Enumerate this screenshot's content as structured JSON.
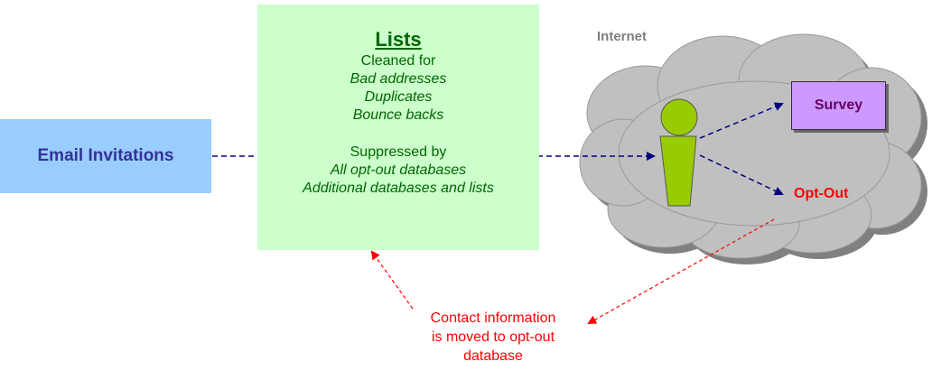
{
  "email": {
    "label": "Email Invitations"
  },
  "lists": {
    "title": "Lists",
    "cleaned_label": "Cleaned for",
    "cleaned_items": [
      "Bad addresses",
      "Duplicates",
      "Bounce backs"
    ],
    "suppressed_label": "Suppressed by",
    "suppressed_items": [
      "All opt-out databases",
      "Additional databases and lists"
    ]
  },
  "internet": {
    "label": "Internet"
  },
  "survey": {
    "label": "Survey"
  },
  "optout": {
    "label": "Opt-Out"
  },
  "contact": {
    "lines": [
      "Contact information",
      "is moved to opt-out",
      "database"
    ]
  },
  "colors": {
    "email_fill": "#99ccff",
    "email_text": "#333399",
    "lists_fill": "#ccffcc",
    "lists_text": "#006600",
    "cloud_fill": "#c0c0c0",
    "cloud_shadow": "#808080",
    "person_fill": "#99cc00",
    "survey_fill": "#cc99ff",
    "survey_text": "#660066",
    "blue_arrow": "#000080",
    "red_arrow": "#ff0000"
  }
}
